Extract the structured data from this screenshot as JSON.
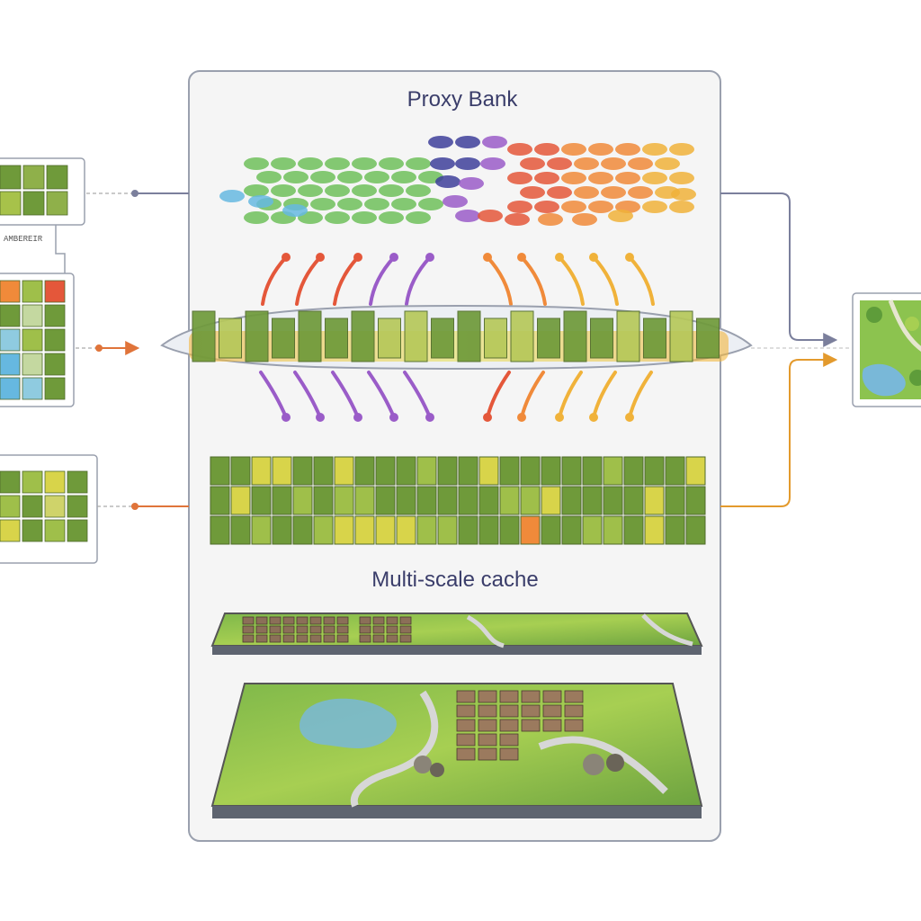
{
  "diagram": {
    "panel_title": "Proxy Bank",
    "cache_title": "Multi-scale cache",
    "side_caption": "AMBEREIR",
    "colors": {
      "panel_border": "#9aa0ae",
      "panel_fill": "#f5f5f5",
      "title": "#3a3d6a",
      "gray_connector": "#7b7f9c",
      "orange_connector": "#e0743a",
      "gold_connector": "#e39a2d",
      "dot_green": "#6fbf5a",
      "dot_blue": "#3e3f9a",
      "dot_purple": "#9a5cc8",
      "dot_red": "#e4573a",
      "dot_orange": "#f08a3a",
      "dot_gold": "#f0b23a",
      "dot_cyan": "#66b8e0",
      "tile_green": "#6f9a3a",
      "tile_yellow": "#d8d44a"
    }
  }
}
